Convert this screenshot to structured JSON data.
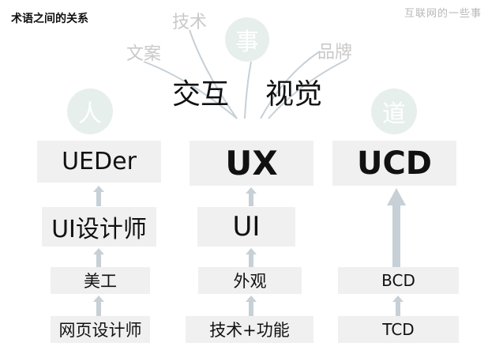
{
  "page": {
    "title": "术语之间的关系",
    "brand": "互联网的一些事"
  },
  "fan": {
    "words": [
      "文案",
      "技术",
      "品牌"
    ],
    "headline_left": "交互",
    "headline_right": "视觉"
  },
  "circles": {
    "left": "人",
    "middle": "事",
    "right": "道"
  },
  "columns": {
    "left": [
      "UEDer",
      "UI设计师",
      "美工",
      "网页设计师"
    ],
    "middle": [
      "UX",
      "UI",
      "外观",
      "技术+功能"
    ],
    "right": [
      "UCD",
      "BCD",
      "TCD"
    ]
  },
  "colors": {
    "box": "#f0f0f0",
    "arrow": "#c6d0d6",
    "circle": "#e6efec",
    "muted_text": "#c9c9c9"
  }
}
